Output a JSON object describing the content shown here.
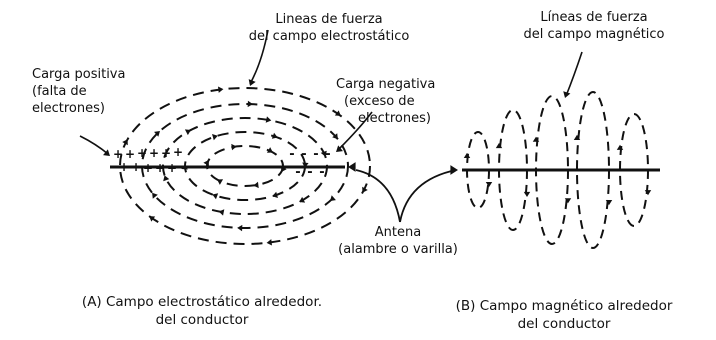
{
  "diagram_a": {
    "field_lines_label": [
      "Lineas de fuerza",
      "del campo electrostático"
    ],
    "positive_charge_label": [
      "Carga positiva",
      "(falta de",
      "electrones)"
    ],
    "negative_charge_label": [
      "Carga negativa",
      "(exceso de",
      "electrones)"
    ],
    "caption": [
      "(A)  Campo  electrostático  alrededor.",
      "del conductor"
    ],
    "positive_symbol": "+",
    "negative_symbol": "-"
  },
  "antenna_label": [
    "Antena",
    "(alambre o varilla)"
  ],
  "diagram_b": {
    "field_lines_label": [
      "Líneas de fuerza",
      "del campo magnético"
    ],
    "caption": [
      "(B)  Campo  magnético  alrededor",
      "del conductor"
    ]
  },
  "colors": {
    "ink": "#111111",
    "background": "#ffffff"
  }
}
